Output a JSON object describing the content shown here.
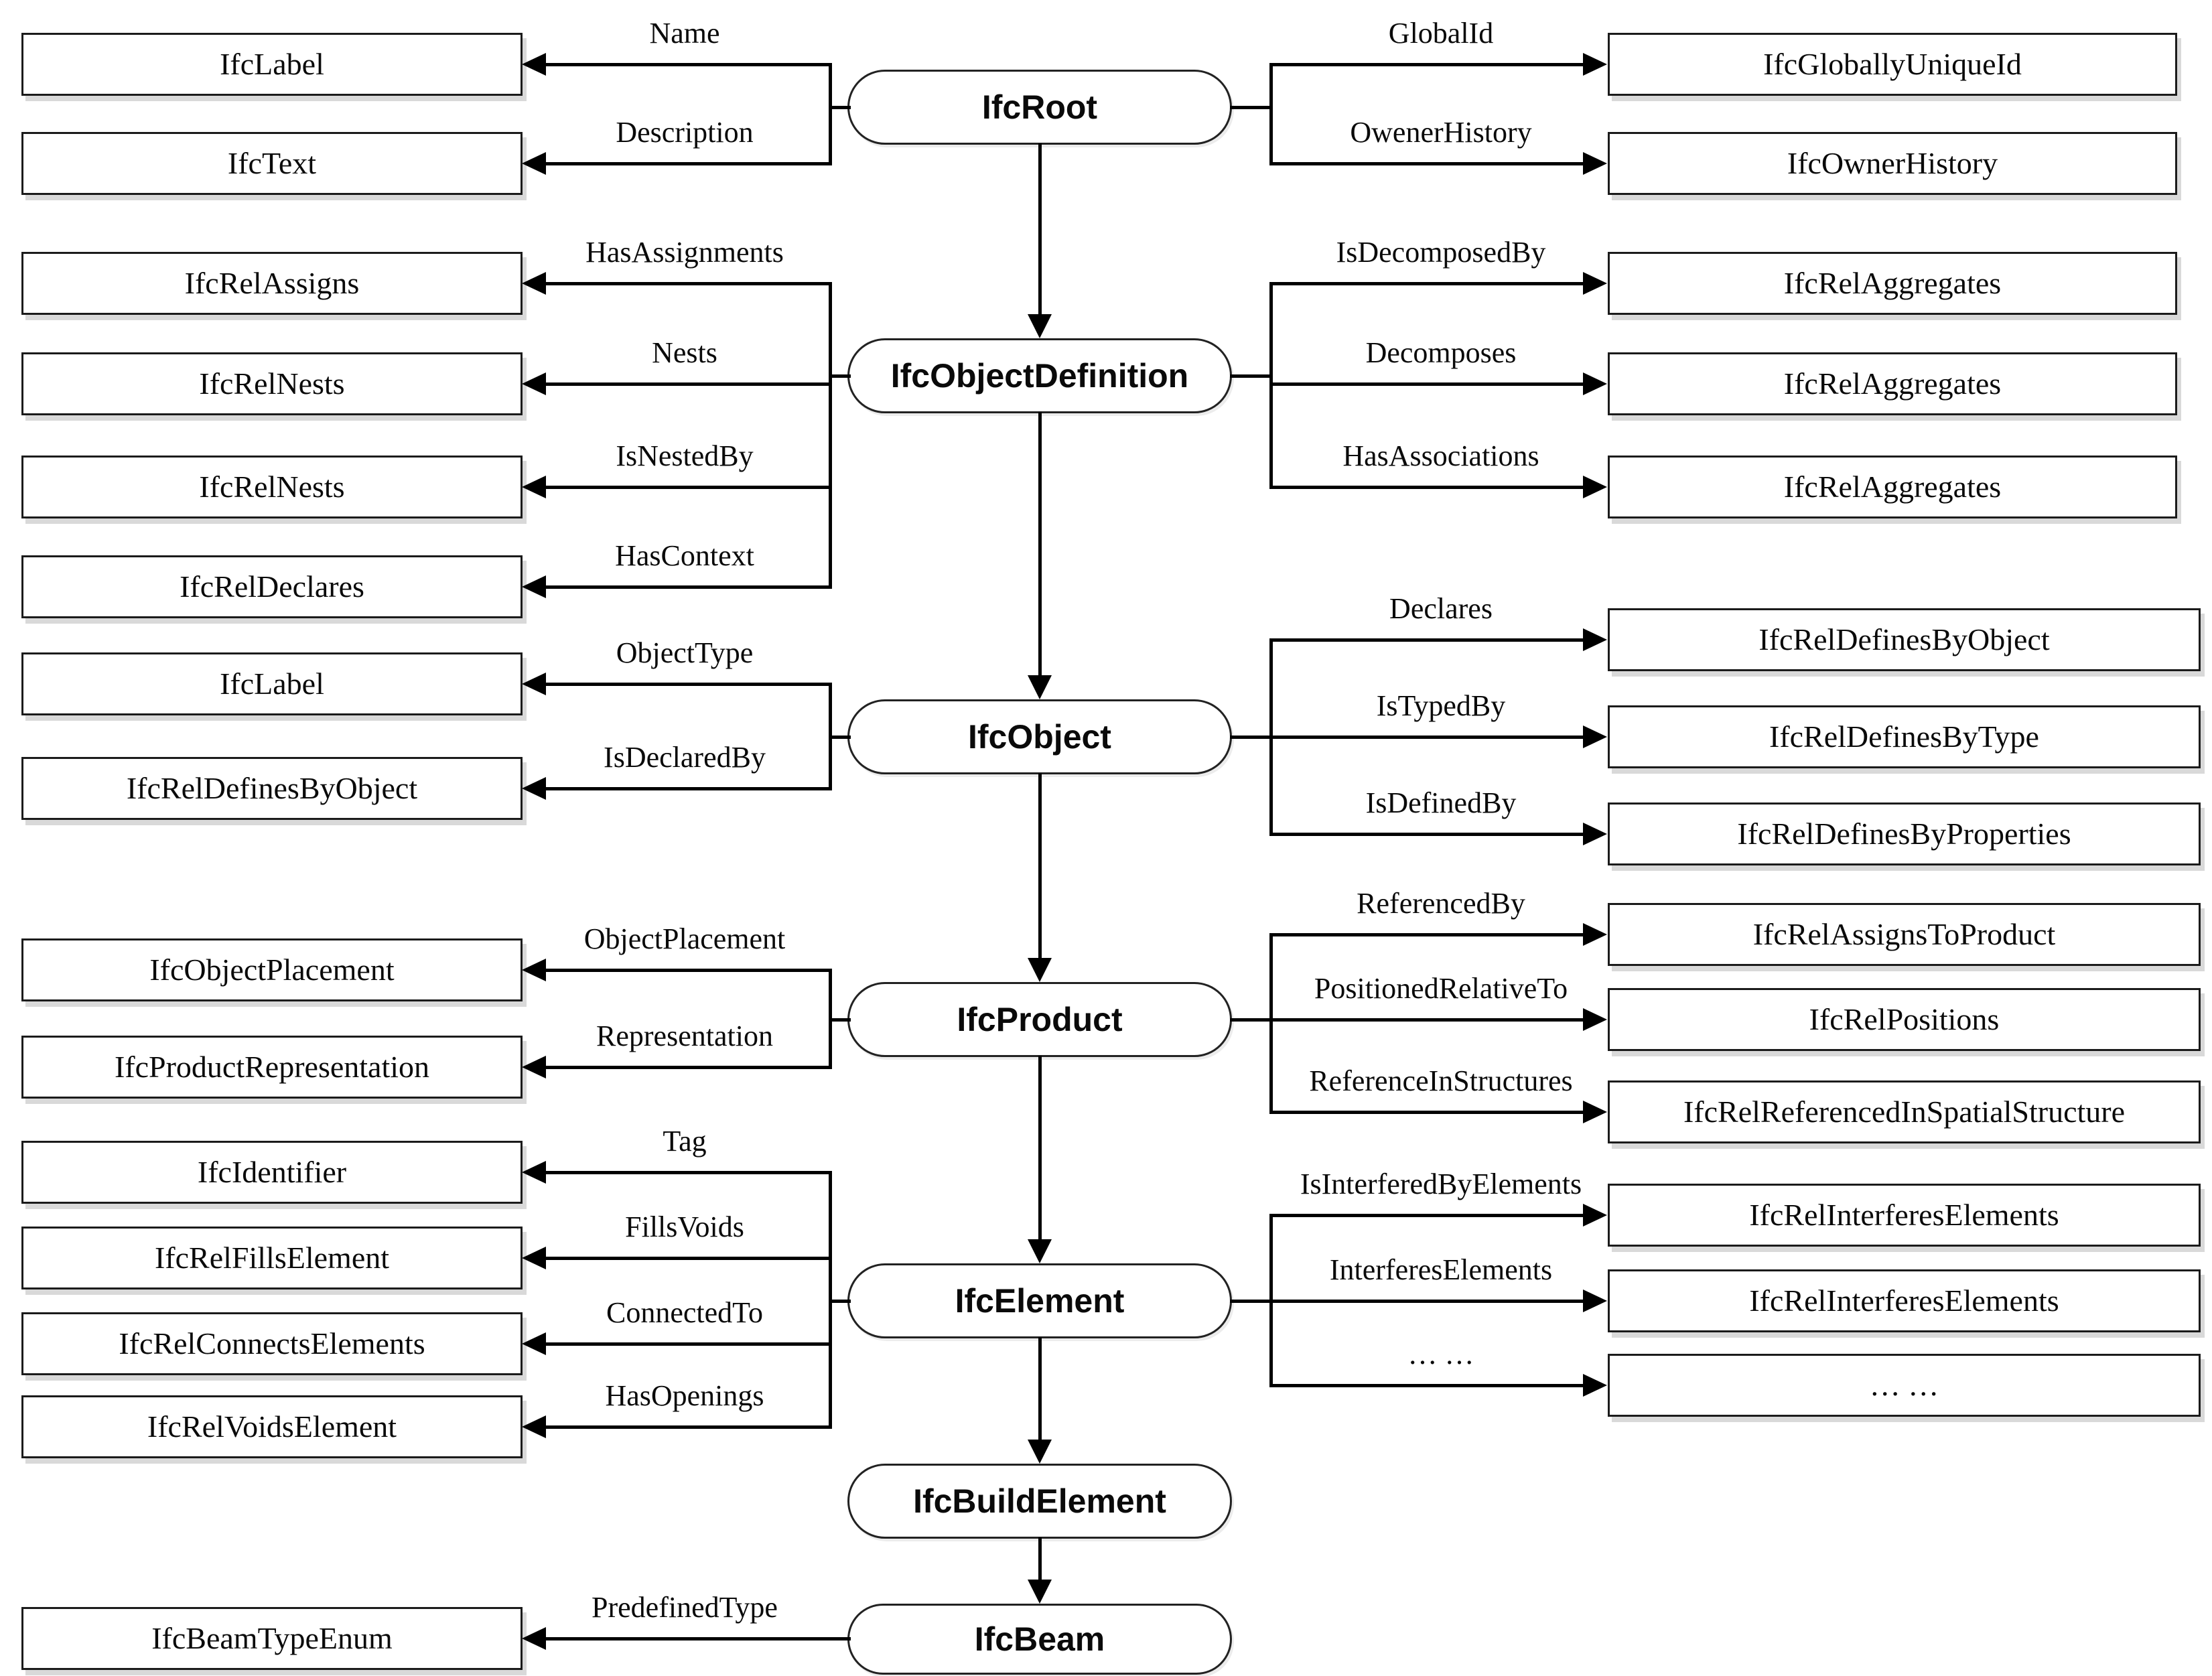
{
  "colors": {
    "background": "#ffffff",
    "line": "#000000",
    "text": "#0a0a0a",
    "box_fill": "#ffffff",
    "box_shadow": "#d9d9d9"
  },
  "hierarchy_flow": [
    "IfcRoot",
    "IfcObjectDefinition",
    "IfcObject",
    "IfcProduct",
    "IfcElement",
    "IfcBuildElement",
    "IfcBeam"
  ],
  "sections": [
    {
      "node": "IfcRoot",
      "left": [
        {
          "attr": "Name",
          "target": "IfcLabel"
        },
        {
          "attr": "Description",
          "target": "IfcText"
        }
      ],
      "right": [
        {
          "attr": "GlobalId",
          "target": "IfcGloballyUniqueId"
        },
        {
          "attr": "OwenerHistory",
          "target": "IfcOwnerHistory"
        }
      ]
    },
    {
      "node": "IfcObjectDefinition",
      "left": [
        {
          "attr": "HasAssignments",
          "target": "IfcRelAssigns"
        },
        {
          "attr": "Nests",
          "target": "IfcRelNests"
        },
        {
          "attr": "IsNestedBy",
          "target": "IfcRelNests"
        },
        {
          "attr": "HasContext",
          "target": "IfcRelDeclares"
        }
      ],
      "right": [
        {
          "attr": "IsDecomposedBy",
          "target": "IfcRelAggregates"
        },
        {
          "attr": "Decomposes",
          "target": "IfcRelAggregates"
        },
        {
          "attr": "HasAssociations",
          "target": "IfcRelAggregates"
        }
      ]
    },
    {
      "node": "IfcObject",
      "left": [
        {
          "attr": "ObjectType",
          "target": "IfcLabel"
        },
        {
          "attr": "IsDeclaredBy",
          "target": "IfcRelDefinesByObject"
        }
      ],
      "right": [
        {
          "attr": "Declares",
          "target": "IfcRelDefinesByObject"
        },
        {
          "attr": "IsTypedBy",
          "target": "IfcRelDefinesByType"
        },
        {
          "attr": "IsDefinedBy",
          "target": "IfcRelDefinesByProperties"
        }
      ]
    },
    {
      "node": "IfcProduct",
      "left": [
        {
          "attr": "ObjectPlacement",
          "target": "IfcObjectPlacement"
        },
        {
          "attr": "Representation",
          "target": "IfcProductRepresentation"
        }
      ],
      "right": [
        {
          "attr": "ReferencedBy",
          "target": "IfcRelAssignsToProduct"
        },
        {
          "attr": "PositionedRelativeTo",
          "target": "IfcRelPositions"
        },
        {
          "attr": "ReferenceInStructures",
          "target": "IfcRelReferencedInSpatialStructure"
        }
      ]
    },
    {
      "node": "IfcElement",
      "left": [
        {
          "attr": "Tag",
          "target": "IfcIdentifier"
        },
        {
          "attr": "FillsVoids",
          "target": "IfcRelFillsElement"
        },
        {
          "attr": "ConnectedTo",
          "target": "IfcRelConnectsElements"
        },
        {
          "attr": "HasOpenings",
          "target": "IfcRelVoidsElement"
        }
      ],
      "right": [
        {
          "attr": "IsInterferedByElements",
          "target": "IfcRelInterferesElements"
        },
        {
          "attr": "InterferesElements",
          "target": "IfcRelInterferesElements"
        },
        {
          "attr": "… …",
          "target": "… …"
        }
      ]
    },
    {
      "node": "IfcBuildElement",
      "left": [],
      "right": []
    },
    {
      "node": "IfcBeam",
      "left": [
        {
          "attr": "PredefinedType",
          "target": "IfcBeamTypeEnum"
        }
      ],
      "right": []
    }
  ]
}
